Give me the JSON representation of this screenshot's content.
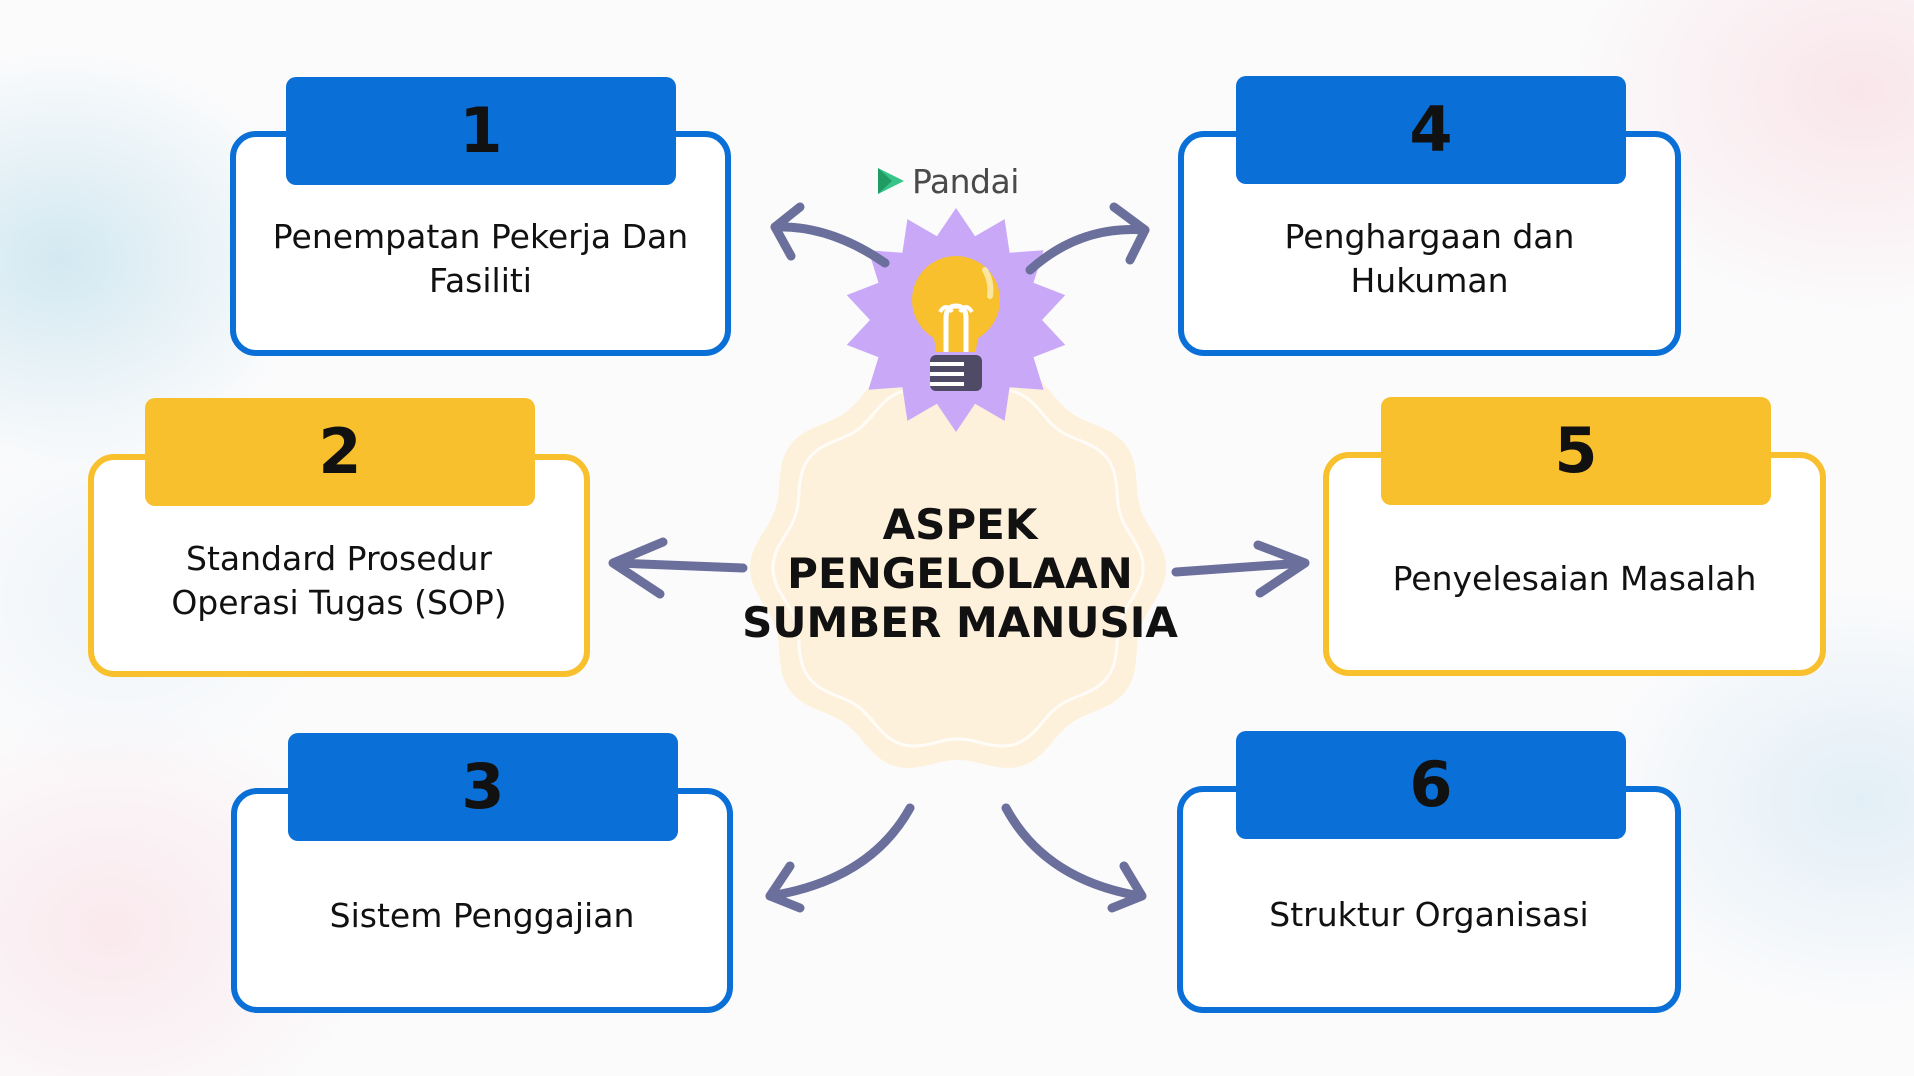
{
  "center": {
    "title": "ASPEK\nPENGELOLAAN\nSUMBER MANUSIA"
  },
  "brand": {
    "name": "Pandai"
  },
  "items": [
    {
      "number": "1",
      "label": "Penempatan Pekerja Dan\nFasiliti",
      "color": "blue"
    },
    {
      "number": "2",
      "label": "Standard Prosedur\nOperasi Tugas (SOP)",
      "color": "yellow"
    },
    {
      "number": "3",
      "label": "Sistem Penggajian",
      "color": "blue"
    },
    {
      "number": "4",
      "label": "Penghargaan dan Hukuman",
      "color": "blue"
    },
    {
      "number": "5",
      "label": "Penyelesaian Masalah",
      "color": "yellow"
    },
    {
      "number": "6",
      "label": "Struktur Organisasi",
      "color": "blue"
    }
  ],
  "colors": {
    "blue": "#0a6fd6",
    "yellow": "#f8c02d",
    "arrow": "#6b6f9c",
    "burst": "#c9a8f7",
    "bulb": "#f8c02d",
    "badge": "#fdf1dc"
  },
  "icons": [
    "lightbulb-icon",
    "arrow-icon",
    "pandai-logo-icon"
  ]
}
